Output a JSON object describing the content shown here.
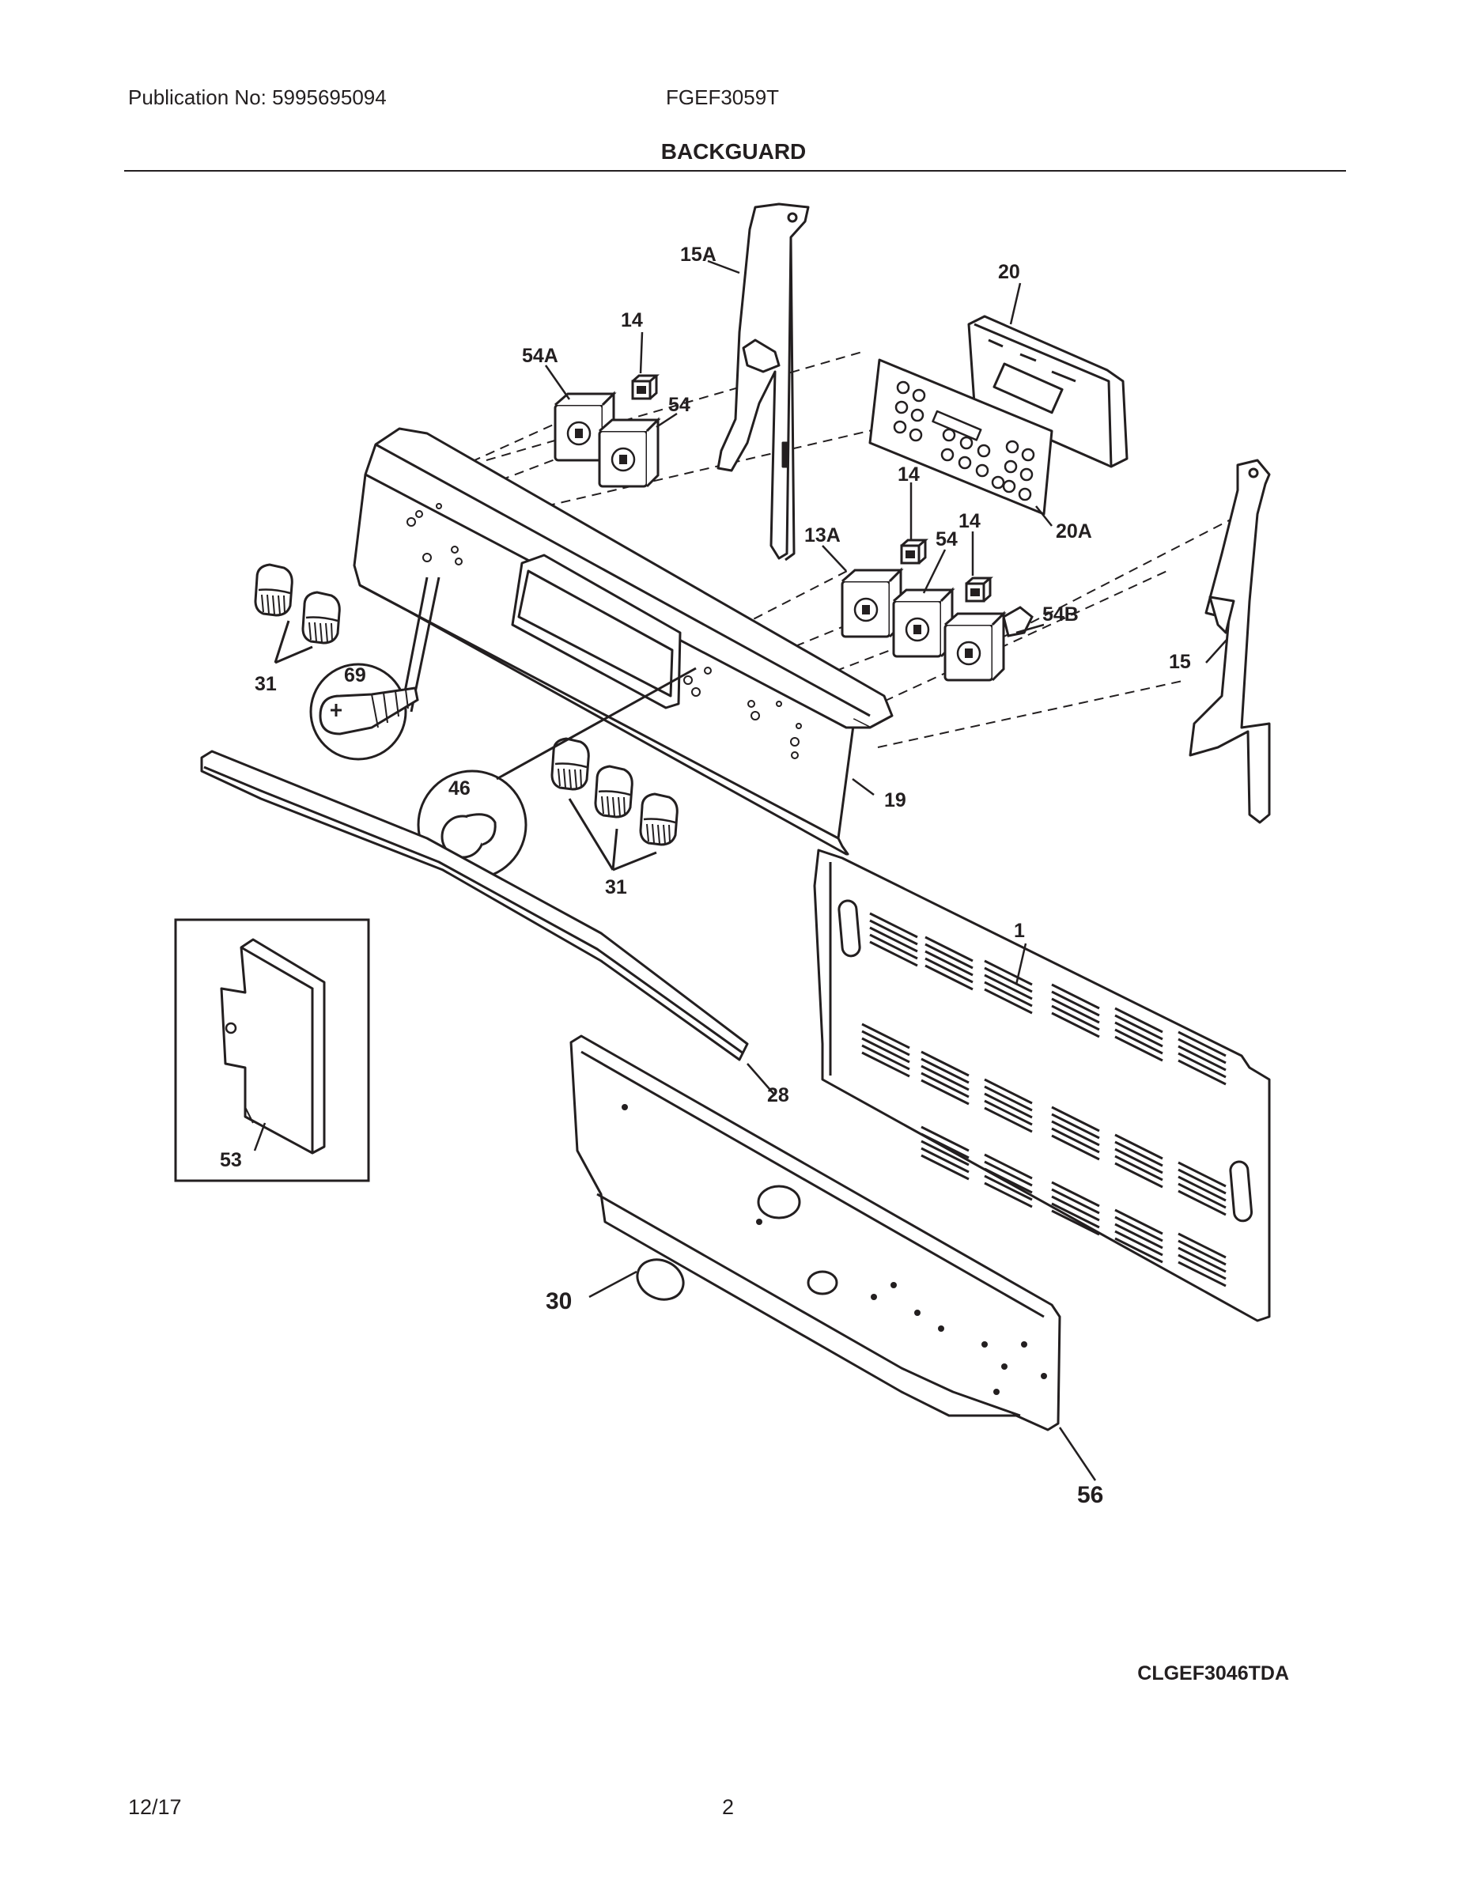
{
  "header": {
    "publication": "Publication No: 5995695094",
    "model": "FGEF3059T",
    "title": "BACKGUARD"
  },
  "callouts": {
    "c15a": "15A",
    "c14a": "14",
    "c54a": "54A",
    "c54a_num": "54",
    "c20": "20",
    "c20a": "20A",
    "c14b": "14",
    "c14c": "14",
    "c13a": "13A",
    "c54b_num": "54",
    "c54b": "54B",
    "c15": "15",
    "c31a": "31",
    "c69": "69",
    "c46": "46",
    "c19": "19",
    "c31b": "31",
    "c1": "1",
    "c28": "28",
    "c53": "53",
    "c30": "30",
    "c56": "56"
  },
  "footer": {
    "diagram_code": "CLGEF3046TDA",
    "date": "12/17",
    "page": "2"
  }
}
